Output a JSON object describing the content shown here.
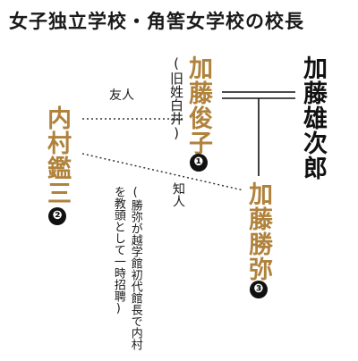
{
  "title": "女子独立学校・角筈女学校の校長",
  "persons": {
    "kato_yujiro": {
      "name": "加藤雄次郎"
    },
    "kato_toshiko": {
      "name": "加藤俊子",
      "note": "(旧姓白井)",
      "badge": "❶"
    },
    "uchimura_kanzo": {
      "name": "内村鑑三",
      "badge": "❷"
    },
    "kato_katsuya": {
      "name": "加藤勝弥",
      "badge": "❸",
      "note": "(勝弥が越学館初代館長で内村を教頭として一時招聘)"
    }
  },
  "relations": {
    "friend": "友人",
    "acquaintance": "知人"
  },
  "colors": {
    "gold": "#b0823c",
    "black": "#111111"
  }
}
